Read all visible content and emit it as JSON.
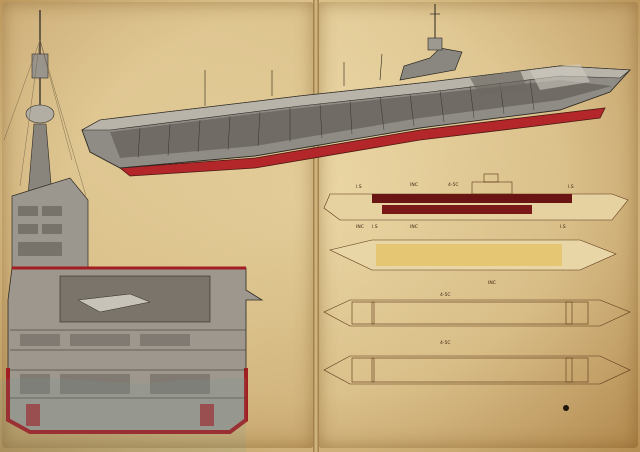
{
  "spread": {
    "left_page": "Left page",
    "right_page": "Right page"
  },
  "plan_labels": {
    "profile_label_1": "I.S",
    "profile_label_2": "INC",
    "profile_label_3": "4-5C",
    "profile_label_4": "I.S",
    "hangar_label_1": "INC",
    "hangar_label_2": "I.S",
    "hangar_label_3": "INC",
    "hangar_label_4": "I.S",
    "deck_label_1": "4-5C",
    "deck_label_2": "INC",
    "deck_label_3": "4-5C"
  },
  "colors": {
    "paper": "#e2cb97",
    "ink": "#5a3416",
    "hull_red": "#b3262a",
    "hull_dark": "#4a4642",
    "hull_grey": "#8f8c86",
    "plan_red": "#6b1414",
    "plan_yellow": "#e4c36a"
  }
}
